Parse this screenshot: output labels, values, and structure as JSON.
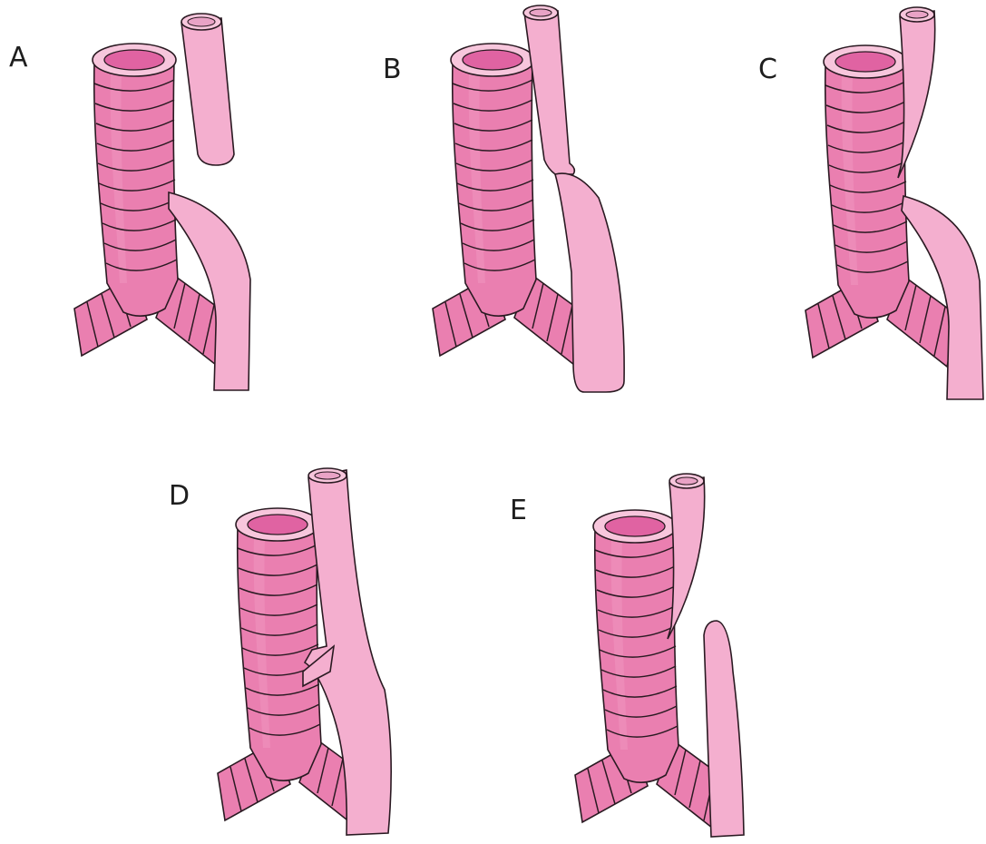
{
  "panels": [
    {
      "id": "A",
      "label": "A",
      "type": "proximal-atresia-distal-fistula"
    },
    {
      "id": "B",
      "label": "B",
      "type": "isolated-atresia-no-fistula"
    },
    {
      "id": "C",
      "label": "C",
      "type": "double-fistula"
    },
    {
      "id": "D",
      "label": "D",
      "type": "h-type-fistula"
    },
    {
      "id": "E",
      "label": "E",
      "type": "proximal-fistula"
    }
  ],
  "colors": {
    "trachea": "#ea7fb0",
    "trachea_lumen": "#e063a2",
    "esophagus": "#f4afcf",
    "outline": "#2a1a22",
    "background": "#ffffff"
  }
}
